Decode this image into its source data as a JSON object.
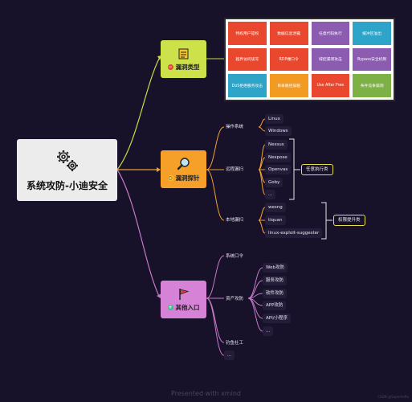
{
  "root": {
    "title": "系统攻防-小迪安全",
    "icon": "gears-icon"
  },
  "vuln_types": {
    "label": "漏洞类型",
    "icon": "notepad-icon",
    "badge_color": "#e0463a",
    "color": "#cde24a",
    "cells": [
      {
        "text": "特权用户提权",
        "color": "#e9482f"
      },
      {
        "text": "数据信息泄露",
        "color": "#e9482f"
      },
      {
        "text": "任意代码执行",
        "color": "#8c5cb1"
      },
      {
        "text": "缓冲区溢出",
        "color": "#2ea4c9"
      },
      {
        "text": "越界访问读写",
        "color": "#e9482f"
      },
      {
        "text": "RDP端口令",
        "color": "#e9482f"
      },
      {
        "text": "域控漏洞攻击",
        "color": "#8c5cb1"
      },
      {
        "text": "Bypass安全机制",
        "color": "#8c5cb1"
      },
      {
        "text": "DoS拒绝服务攻击",
        "color": "#2ea4c9"
      },
      {
        "text": "目录路径穿越",
        "color": "#f29a22"
      },
      {
        "text": "Use After Free",
        "color": "#e9482f"
      },
      {
        "text": "条件竞争漏洞",
        "color": "#7db045"
      }
    ]
  },
  "vuln_probe": {
    "label": "漏洞探针",
    "icon": "magnifier-icon",
    "badge_color": "#f6c340",
    "color": "#f6a02a",
    "os": {
      "label": "操作系统",
      "items": [
        "Linux",
        "Windows"
      ]
    },
    "remote": {
      "label": "远程漏扫",
      "items": [
        "Nessus",
        "Nexpose",
        "Openvas",
        "Goby",
        "..."
      ]
    },
    "local": {
      "label": "本地漏扫",
      "items": [
        "wesng",
        "tiquan",
        "linux-exploit-suggester"
      ]
    },
    "summary_remote": "任意执行类",
    "summary_local": "权限提升类"
  },
  "other_entry": {
    "label": "其他入口",
    "icon": "flag-icon",
    "badge_color": "#3fc08a",
    "color": "#d682d6",
    "children": {
      "password": "系统口令",
      "asset": {
        "label": "资产攻防",
        "items": [
          "Web攻防",
          "服务攻防",
          "软件攻防",
          "APP攻防",
          "API/小程序",
          "..."
        ]
      },
      "phishing": "钓鱼社工",
      "more": "..."
    }
  },
  "footer": "Presented with xmind",
  "credit": "CSDN @Superhoffu"
}
